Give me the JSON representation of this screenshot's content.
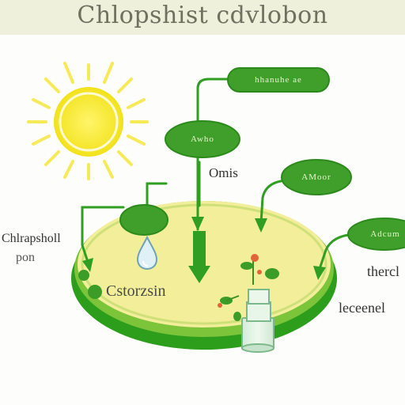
{
  "title": "Chlopshist cdvlobon",
  "pills": [
    "hhanuhe ae",
    "Awho",
    "AMoor",
    "Adcum"
  ],
  "labels": {
    "omis": "Omis",
    "chlorophyll": "Chlrapsholl",
    "pon": "pon",
    "stroma": "Cstorzsin",
    "thercl": "thercl",
    "legend": "leceenel"
  },
  "colors": {
    "leaf_green": "#3f9f2a",
    "disc_fill": "#f2ee9a",
    "sun_yellow": "#f2e21c",
    "banner": "#eef0dc"
  }
}
